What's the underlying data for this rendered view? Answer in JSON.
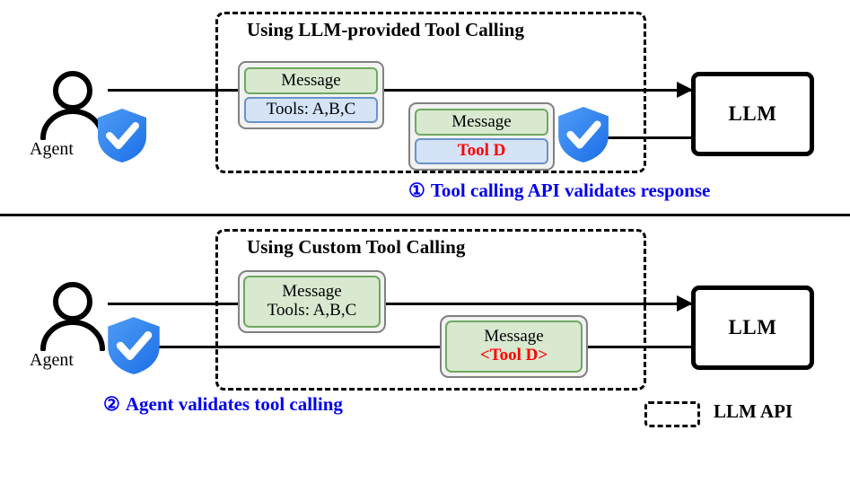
{
  "diagram": {
    "title_top_panel": "Using LLM-provided Tool Calling",
    "title_bottom_panel": "Using Custom Tool Calling"
  },
  "top_row": {
    "agent_label": "Agent",
    "llm_label": "LLM",
    "request_bubble": {
      "message_chip": "Message",
      "tools_chip": "Tools: A,B,C"
    },
    "response_bubble": {
      "message_chip": "Message",
      "tool_chip": "Tool D"
    },
    "shield_icon": "shield-check-icon",
    "caption_number": "①",
    "caption_text": "Tool calling API validates response"
  },
  "bottom_row": {
    "agent_label": "Agent",
    "llm_label": "LLM",
    "request_bubble": {
      "line1": "Message",
      "line2": "Tools: A,B,C"
    },
    "response_bubble": {
      "line1": "Message",
      "line2": "<Tool D>"
    },
    "shield_icon": "shield-check-icon",
    "caption_number": "②",
    "caption_text": "Agent validates tool calling"
  },
  "legend": {
    "label": "LLM API"
  },
  "colors": {
    "message_green_fill": "#d8e9d0",
    "message_green_border": "#6fa860",
    "tools_blue_fill": "#d5e3f7",
    "tools_blue_border": "#6a92c9",
    "bubble_gray_fill": "#f2f2f2",
    "bubble_gray_border": "#808080",
    "tool_red": "#ff0000",
    "caption_blue": "#0000ee",
    "shield_blue_light": "#4f9cf5",
    "shield_blue_dark": "#1b6fe8",
    "stroke_black": "#000000"
  }
}
